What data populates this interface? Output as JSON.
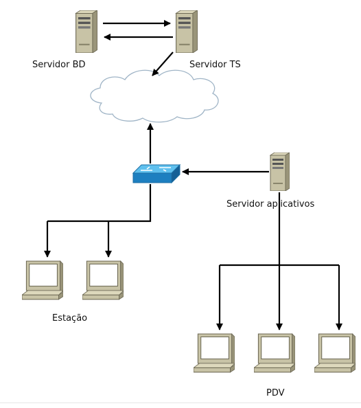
{
  "labels": {
    "servidor_bd": "Servidor BD",
    "servidor_ts": "Servidor TS",
    "servidor_aplicativos": "Servidor aplicativos",
    "estacao": "Estação",
    "pdv": "PDV"
  },
  "colors": {
    "server_body": "#c8c3a6",
    "server_shade": "#8f8a70",
    "monitor_frame": "#c8c3a6",
    "monitor_screen": "#ffffff",
    "switch_top": "#5fc0ee",
    "switch_side": "#1d7fc0",
    "cloud_stroke": "#9fb4c6",
    "connector": "#000000"
  },
  "icons": {
    "server": "server-tower-icon",
    "cloud": "cloud-icon",
    "switch": "network-switch-icon",
    "workstation": "computer-monitor-icon"
  }
}
